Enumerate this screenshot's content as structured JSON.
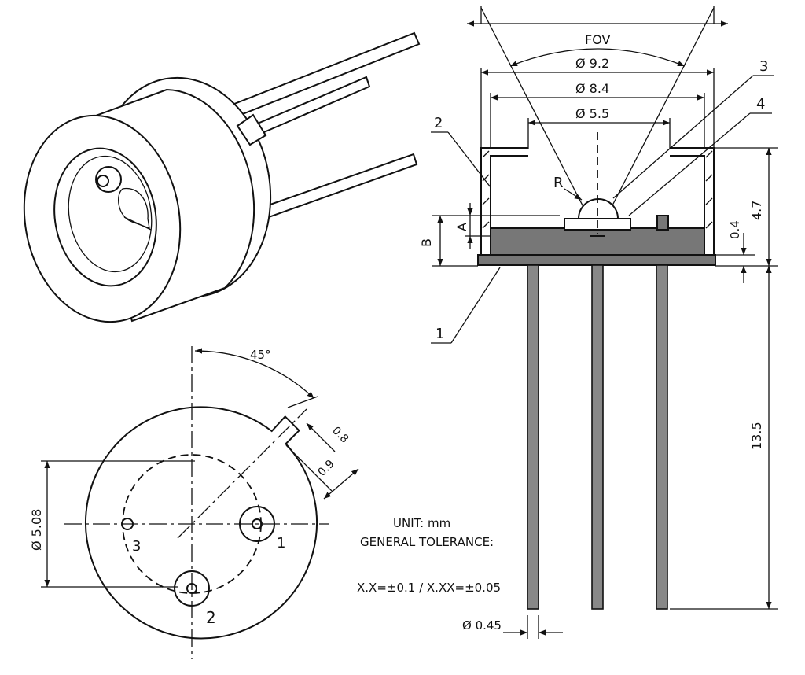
{
  "side_view": {
    "fov_label": "FOV",
    "dim_92": "Ø 9.2",
    "dim_84": "Ø 8.4",
    "dim_55": "Ø 5.5",
    "label_r": "R",
    "label_a": "A",
    "label_b": "B",
    "dim_47": "4.7",
    "dim_04": "0.4",
    "dim_135": "13.5",
    "dim_045": "Ø 0.45",
    "callout_1": "1",
    "callout_2": "2",
    "callout_3": "3",
    "callout_4": "4"
  },
  "bottom_view": {
    "angle": "45°",
    "dim_08": "0.8",
    "dim_09": "0.9",
    "dim_508": "Ø 5.08",
    "pin_1": "1",
    "pin_2": "2",
    "pin_3": "3"
  },
  "notes": {
    "unit": "UNIT: mm",
    "tolerance_title": "GENERAL TOLERANCE:",
    "tolerance_values": "X.X=±0.1 / X.XX=±0.05"
  }
}
